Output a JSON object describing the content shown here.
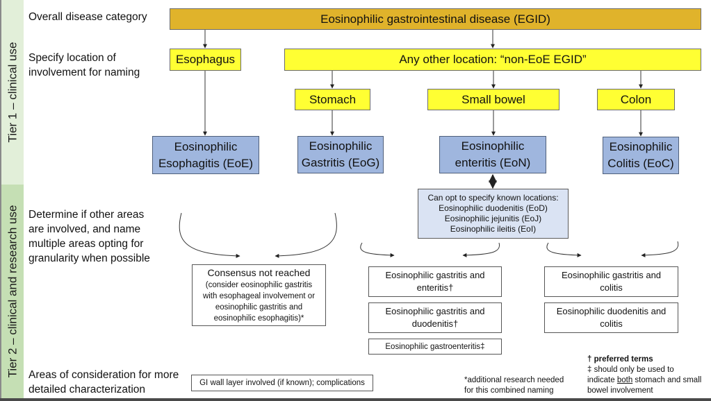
{
  "tiers": {
    "tier1": "Tier 1 – clinical use",
    "tier2": "Tier 2 – clinical and research use"
  },
  "row_labels": {
    "overall": "Overall disease category",
    "specify_line1": "Specify location of",
    "specify_line2": "involvement for naming",
    "determine_line1": "Determine if other areas",
    "determine_line2": "are involved, and name",
    "determine_line3": "multiple areas opting for",
    "determine_line4": "granularity when possible",
    "areas_line1": "Areas of consideration for more",
    "areas_line2": "detailed characterization"
  },
  "category": {
    "egid": "Eosinophilic gastrointestinal disease (EGID)"
  },
  "locations": {
    "esophagus": "Esophagus",
    "other": "Any other location:  “non-EoE EGID”",
    "stomach": "Stomach",
    "small_bowel": "Small bowel",
    "colon": "Colon"
  },
  "diseases": {
    "eoe_line1": "Eosinophilic",
    "eoe_line2": "Esophagitis (EoE)",
    "eog_line1": "Eosinophilic",
    "eog_line2": "Gastritis (EoG)",
    "eon_line1": "Eosinophilic",
    "eon_line2": "enteritis (EoN)",
    "eoc_line1": "Eosinophilic",
    "eoc_line2": "Colitis (EoC)"
  },
  "specify_box": {
    "line1": "Can opt to specify known locations:",
    "line2": "Eosinophilic duodenitis (EoD)",
    "line3": "Eosinophilic jejunitis (EoJ)",
    "line4": "Eosinophilic ileitis (EoI)"
  },
  "consensus_box": {
    "line1": "Consensus not reached",
    "line2": "(consider eosinophilic gastritis",
    "line3": "with esophageal involvement or",
    "line4": "eosinophilic gastritis and",
    "line5": "eosinophilic esophagitis)*"
  },
  "combined_middle": [
    {
      "line1": "Eosinophilic gastritis and",
      "line2": "enteritis†"
    },
    {
      "line1": "Eosinophilic gastritis and",
      "line2": "duodenitis†"
    },
    {
      "line1": "Eosinophilic gastroenteritis‡"
    }
  ],
  "combined_right": [
    {
      "line1": "Eosinophilic gastritis and",
      "line2": "colitis"
    },
    {
      "line1": "Eosinophilic duodenitis and",
      "line2": "colitis"
    }
  ],
  "gi_wall_box": "GI wall layer involved (if known); complications",
  "footnotes": {
    "asterisk_line1": "*additional research needed",
    "asterisk_line2": "for this combined naming",
    "dagger": "† preferred terms",
    "ddagger_line1": "‡ should only be used to",
    "ddagger_line2_pre": "indicate ",
    "ddagger_line2_u": "both",
    "ddagger_line2_post": " stomach and small",
    "ddagger_line3": "bowel involvement"
  },
  "colors": {
    "category_fill": "#e0b32b",
    "location_fill": "#ffff33",
    "disease_fill": "#9fb6de",
    "specify_fill": "#dae3f3",
    "tier1_band": "#e2efd9",
    "tier2_band": "#c5dfb4"
  }
}
